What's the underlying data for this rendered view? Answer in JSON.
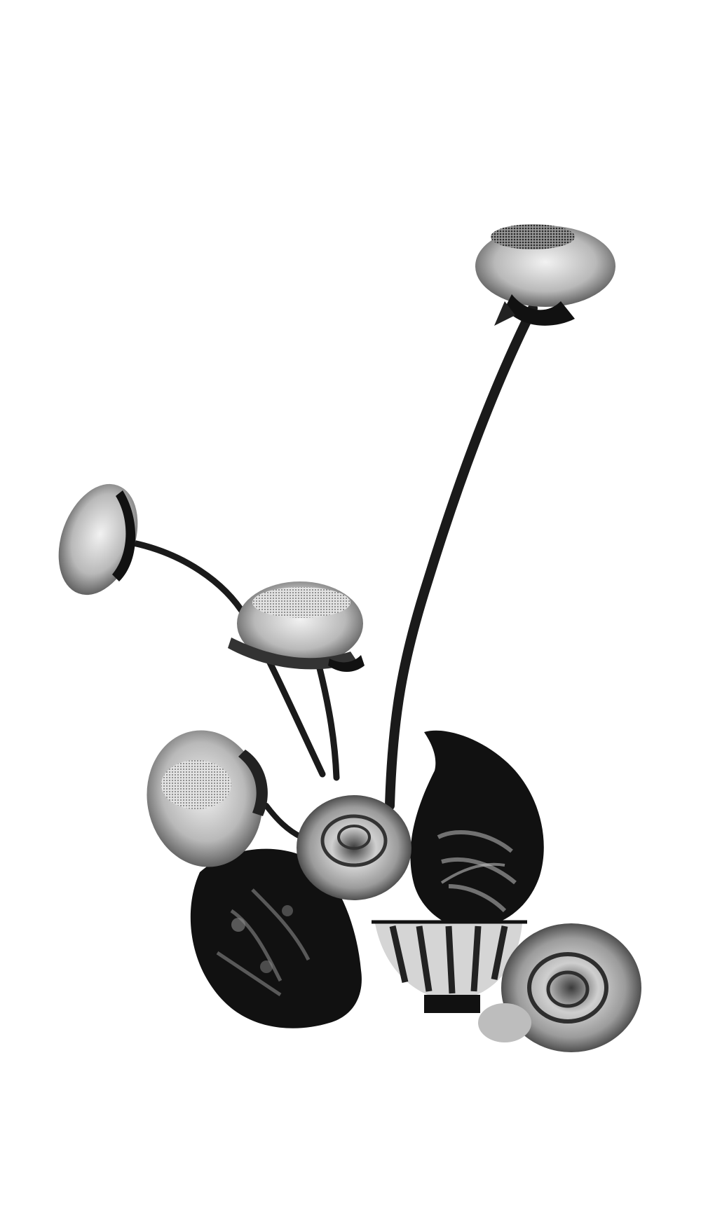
{
  "scene": {
    "subject": "ranunculus-and-begonia-leaf-arrangement",
    "style": "halftone-black-and-white",
    "colors": {
      "background": "#ffffff",
      "ink": "#111111",
      "mid": "#7a7a7a",
      "light": "#d8d8d8"
    },
    "flower_count": 5,
    "leaf_count": 2
  }
}
